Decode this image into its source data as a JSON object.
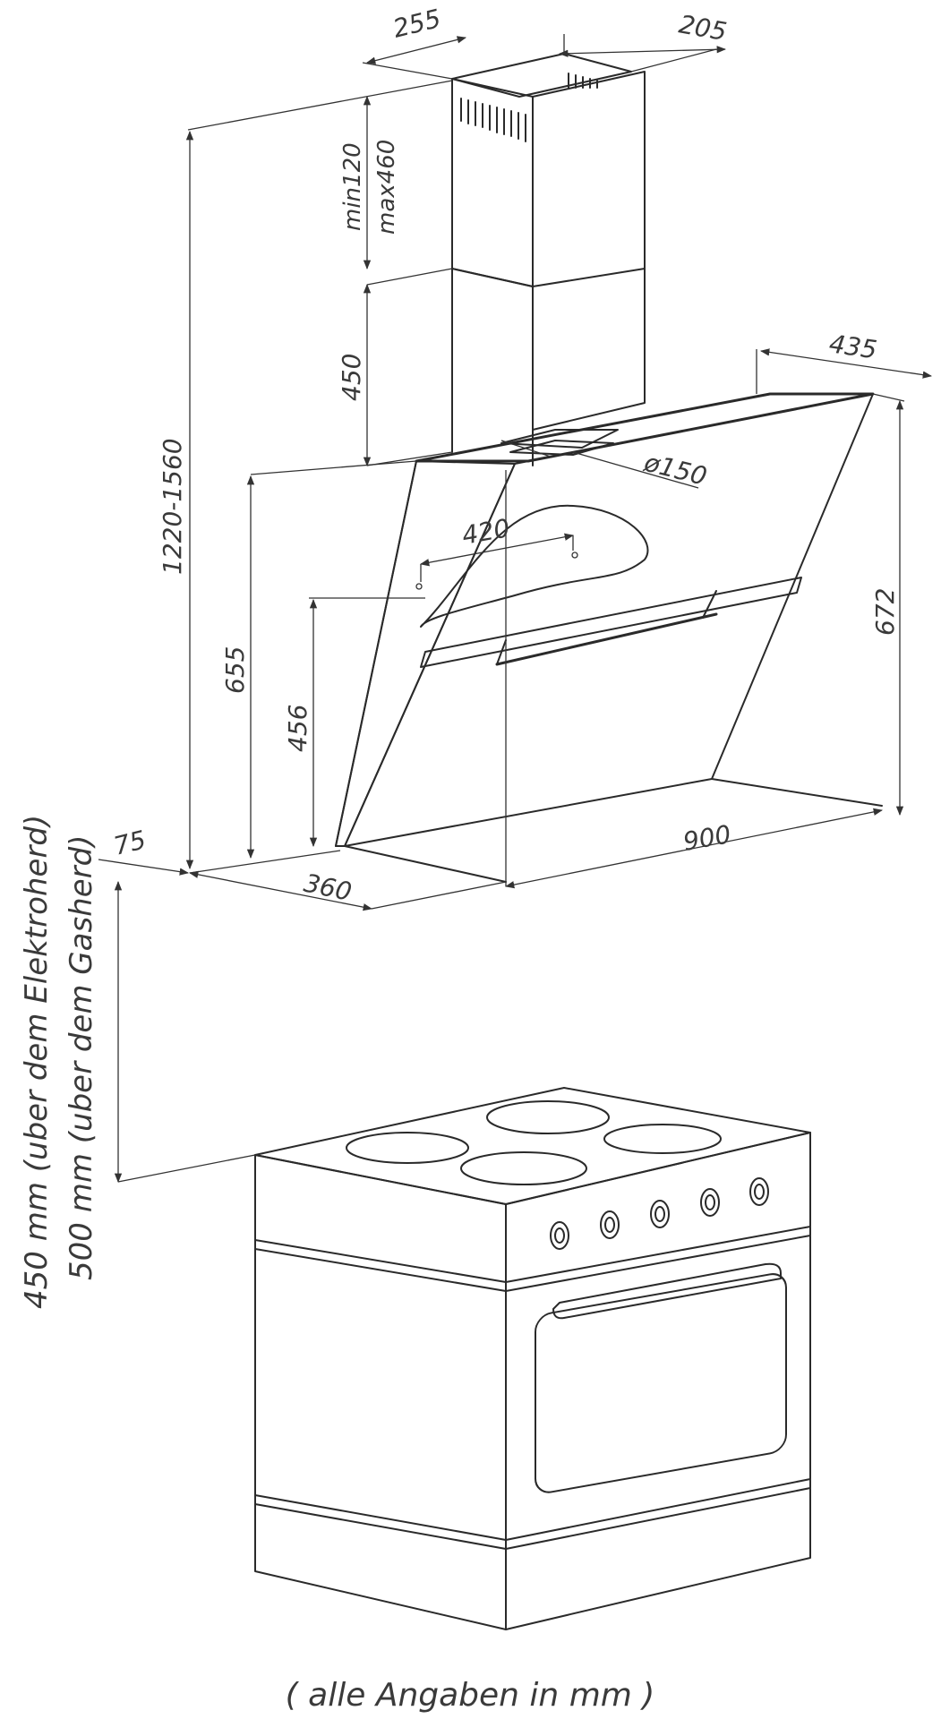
{
  "diagram": {
    "dimensions": {
      "chimney_depth": "255",
      "chimney_width": "205",
      "chimney_upper_min": "min120",
      "chimney_upper_max": "max460",
      "chimney_lower": "450",
      "total_height": "1220-1560",
      "depth_top": "435",
      "duct_diameter": "ø150",
      "hanger_spacing": "420",
      "height_655": "655",
      "height_456": "456",
      "height_672": "672",
      "offset_75": "75",
      "depth_360": "360",
      "width_900": "900"
    },
    "clearance": {
      "electric": "450 mm (uber dem Elektroherd)",
      "gas": "500 mm (uber dem Gasherd)"
    },
    "footer": "( alle Angaben in mm )"
  }
}
